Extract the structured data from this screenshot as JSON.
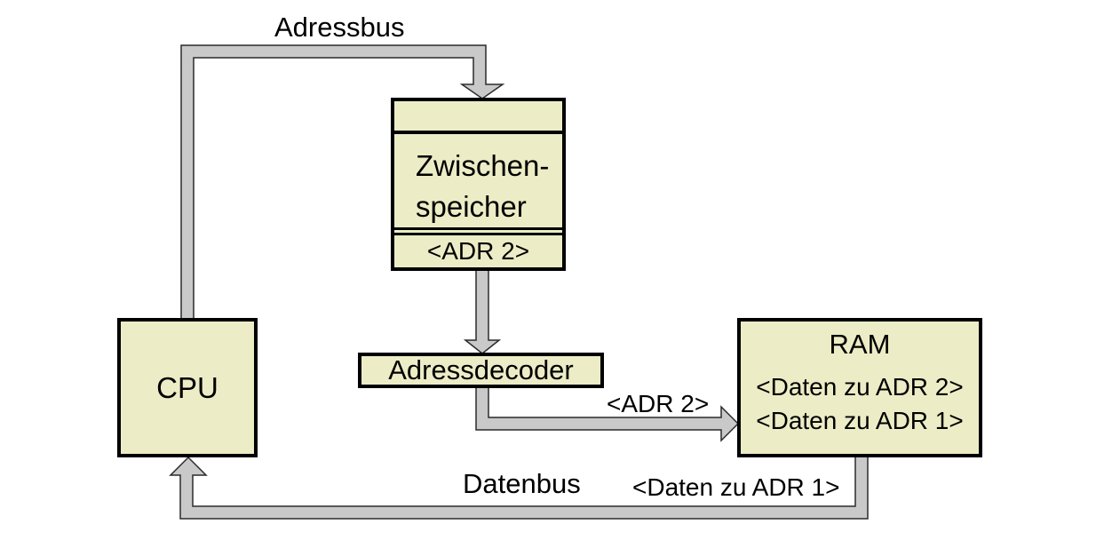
{
  "colors": {
    "background": "#ffffff",
    "box_fill": "#ececc6",
    "box_border": "#000000",
    "bus_fill": "#c9c9c9",
    "bus_stroke": "#2b2b2b",
    "text_color": "#000000"
  },
  "nodes": {
    "cpu": {
      "label": "CPU"
    },
    "buffer": {
      "line1": "Zwischen-",
      "line2": "speicher",
      "slot": "<ADR 2>"
    },
    "decoder": {
      "label": "Adressdecoder"
    },
    "ram": {
      "title": "RAM",
      "row1": "<Daten zu ADR 2>",
      "row2": "<Daten zu ADR 1>"
    }
  },
  "bus_labels": {
    "address_bus": "Adressbus",
    "data_bus": "Datenbus",
    "adr2": "<ADR 2>",
    "daten_adr1": "<Daten zu ADR 1>"
  }
}
